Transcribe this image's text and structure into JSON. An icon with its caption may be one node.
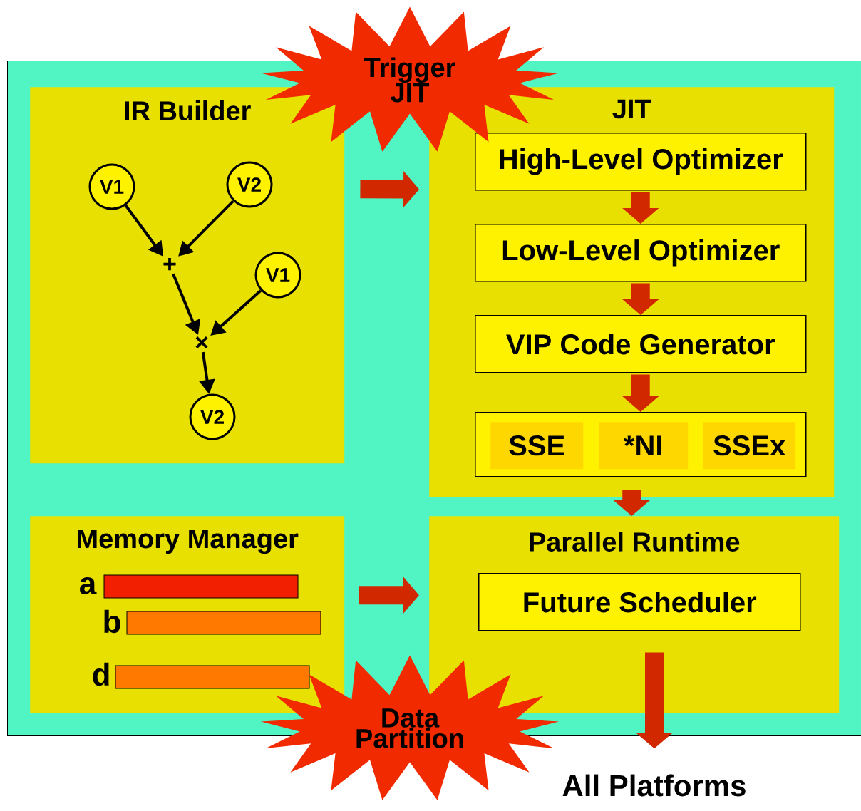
{
  "diagram": {
    "nodes": [
      {
        "text": [],
        "shape": "box"
      },
      {
        "text": [
          "IR Builder"
        ],
        "in": 0
      },
      {
        "text": [
          "V1"
        ],
        "in": 1
      },
      {
        "text": [
          "V2"
        ],
        "in": 1
      },
      {
        "text": [
          "+"
        ],
        "in": 1
      },
      {
        "text": [
          "V1"
        ],
        "in": 1
      },
      {
        "text": [
          "×"
        ],
        "in": 1
      },
      {
        "text": [
          "V2"
        ],
        "in": 1
      },
      {
        "text": [
          "JIT"
        ],
        "in": 0
      },
      {
        "text": [
          "High-Level Optimizer"
        ],
        "in": 8
      },
      {
        "text": [
          "Low-Level Optimizer"
        ],
        "in": 8
      },
      {
        "text": [
          "VIP Code Generator"
        ],
        "in": 8
      },
      {
        "text": [],
        "shape": "box",
        "in": 8
      },
      {
        "text": [
          "SSE"
        ],
        "in": 12
      },
      {
        "text": [
          "*NI"
        ],
        "in": 12
      },
      {
        "text": [
          "SSEx"
        ],
        "in": 12
      },
      {
        "text": [
          "Memory Manager"
        ],
        "in": 0
      },
      {
        "text": [
          "Parallel Runtime"
        ],
        "in": 0
      },
      {
        "text": [
          "Future Scheduler"
        ],
        "in": 17
      },
      {
        "text": [
          "Trigger JIT"
        ]
      },
      {
        "text": [
          "Data Partition"
        ]
      },
      {
        "text": [
          "All Platforms"
        ]
      }
    ],
    "edges": [
      {
        "from": 2,
        "to": 4,
        "arrow": "to",
        "color": "#000000"
      },
      {
        "from": 3,
        "to": 4,
        "arrow": "to",
        "color": "#000000"
      },
      {
        "from": 4,
        "to": 6,
        "arrow": "to",
        "color": "#000000"
      },
      {
        "from": 5,
        "to": 6,
        "arrow": "to",
        "color": "#000000"
      },
      {
        "from": 6,
        "to": 7,
        "arrow": "to",
        "color": "#000000"
      },
      {
        "from": 1,
        "to": 8,
        "arrow": "to"
      },
      {
        "from": 9,
        "to": 10,
        "arrow": "to"
      },
      {
        "from": 10,
        "to": 11,
        "arrow": "to"
      },
      {
        "from": 11,
        "to": 12,
        "arrow": "to"
      },
      {
        "from": 8,
        "to": 17,
        "arrow": "to"
      },
      {
        "from": 16,
        "to": 17,
        "arrow": "to"
      },
      {
        "from": 18,
        "to": 21,
        "arrow": "to"
      }
    ],
    "labels": [
      "a",
      "b",
      "d"
    ]
  }
}
